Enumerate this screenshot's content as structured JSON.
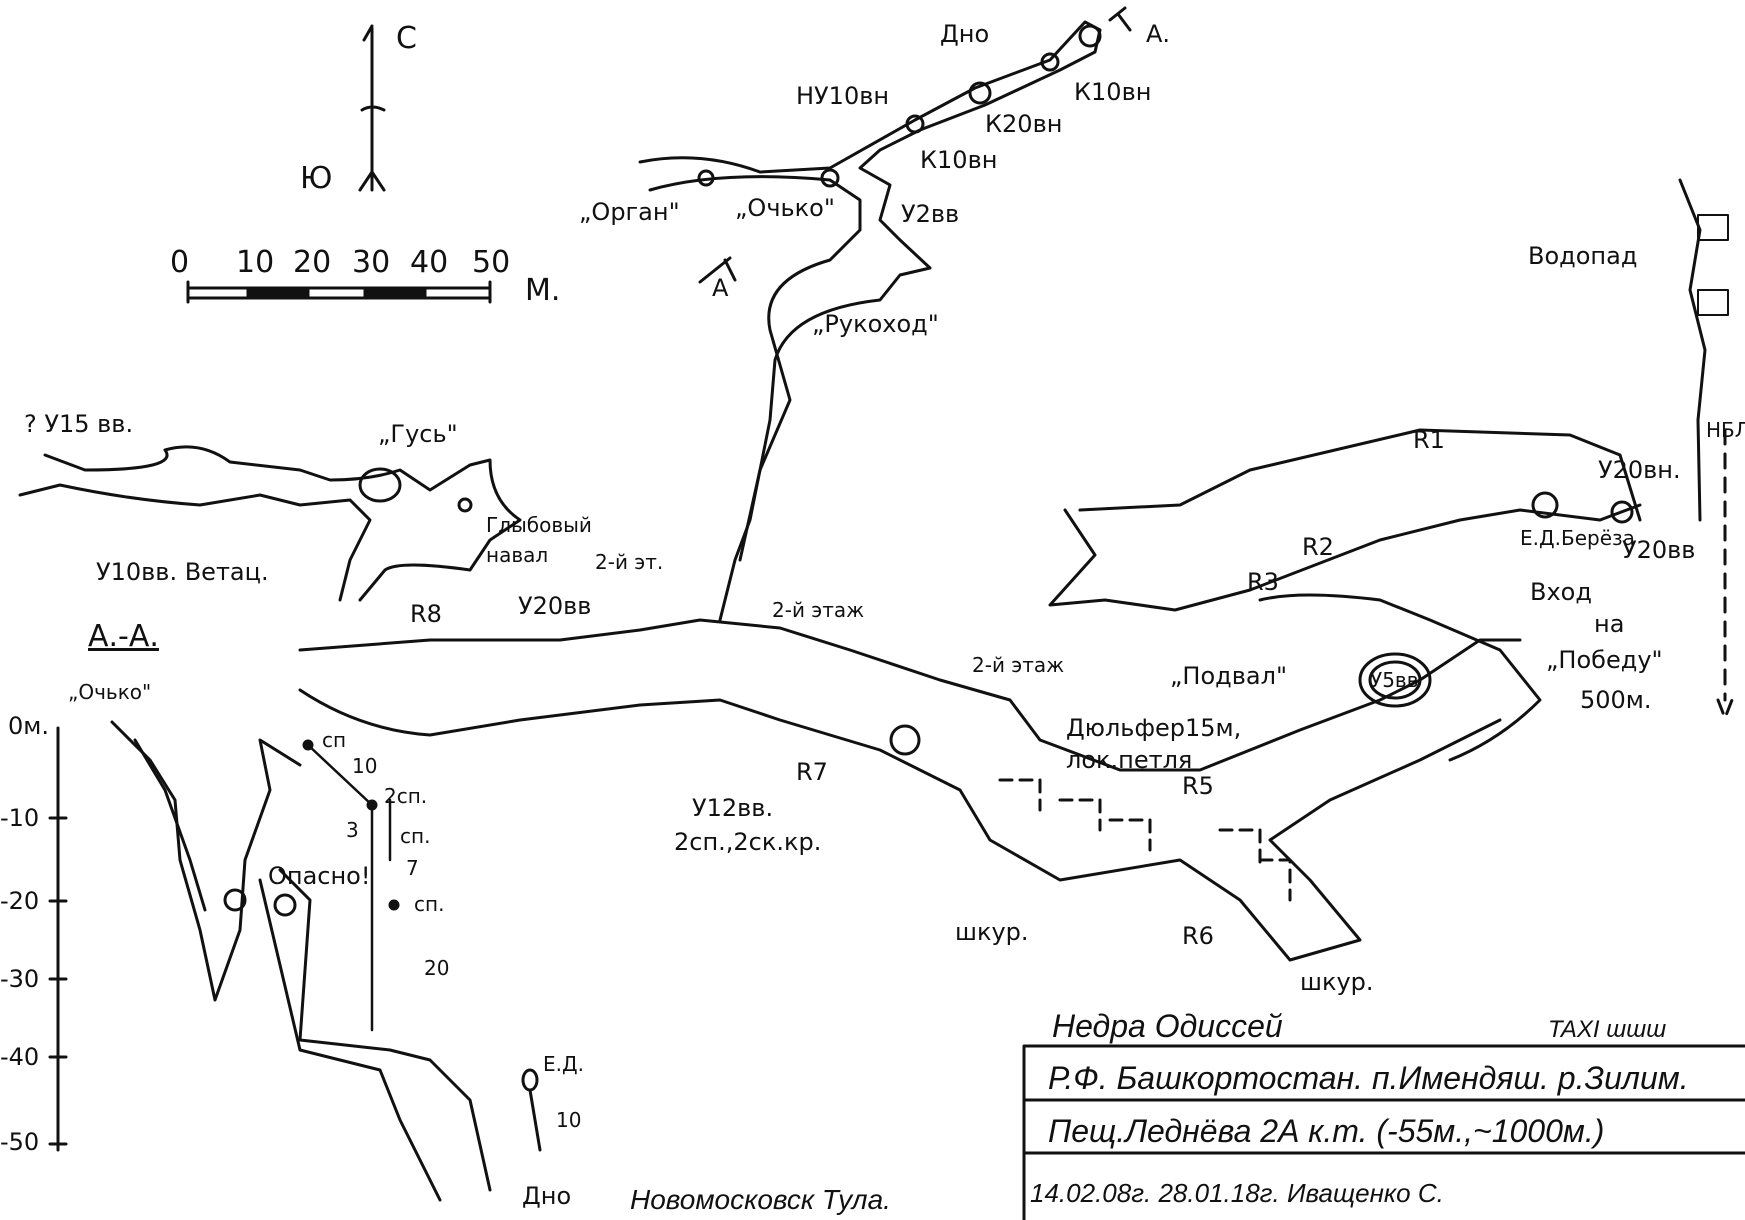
{
  "compass": {
    "north": "С",
    "south": "Ю"
  },
  "scale_bar": {
    "ticks": [
      "0",
      "10",
      "20",
      "30",
      "40",
      "50"
    ],
    "unit": "М."
  },
  "plan_labels": {
    "bottom_top": "Дно",
    "section_a_top": "А.",
    "section_a_left": "А",
    "nu10": "НУ10вн",
    "k20": "К20вн",
    "k10_top": "К10вн",
    "k10": "К10вн",
    "organ": "„Орган\"",
    "ochko": "„Очько\"",
    "u2": "У2вв",
    "rukohod": "„Рукоход\"",
    "waterfall": "Водопад",
    "nbl": "НБЛ",
    "u15": "? У15 вв.",
    "gus": "„Гусь\"",
    "blocks1": "Глыбовый",
    "blocks2": "навал",
    "floor2_a": "2-й эт.",
    "u10": "У10вв. Ветац.",
    "r8": "R8",
    "u20vv_left": "У20вв",
    "floor2_b": "2-й этаж",
    "floor2_c": "2-й этаж",
    "r1": "R1",
    "r2": "R2",
    "r3": "R3",
    "u20vn": "У20вн.",
    "birch": "Е.Д.Берёза",
    "u20vv_right": "У20вв",
    "entrance": "Вход",
    "to1": "на",
    "to2": "„Победу\"",
    "to3": "500м.",
    "podval": "„Подвал\"",
    "u5": "У5вв",
    "dulfer1": "Дюльфер15м,",
    "dulfer2": "лок.петля",
    "r5": "R5",
    "r7": "R7",
    "u12_1": "У12вв.",
    "u12_2": "2сп.,2ск.кр.",
    "squeeze1": "шкур.",
    "r6": "R6",
    "squeeze2": "шкур."
  },
  "profile": {
    "title": "А.-А.",
    "ochko": "„Очько\"",
    "danger": "Опасно!",
    "depths": [
      "0м.",
      "-10",
      "-20",
      "-30",
      "-40",
      "-50"
    ],
    "rig": [
      "сп",
      "10",
      "2сп.",
      "3",
      "сп.",
      "7",
      "сп.",
      "20"
    ],
    "ed": "Е.Д.",
    "ed_len": "10",
    "bottom": "Дно",
    "city": "Новомосковск Тула."
  },
  "title_block": {
    "club": "Недра Одиссей",
    "taxi": "TAXI ɯɯɯ",
    "location": "Р.Ф. Башкортостан. п.Имендяш. р.Зилим.",
    "cave": "Пещ.Леднёва 2А к.т. (-55м.,~1000м.)",
    "dates_author": "14.02.08г. 28.01.18г. Иващенко С."
  }
}
